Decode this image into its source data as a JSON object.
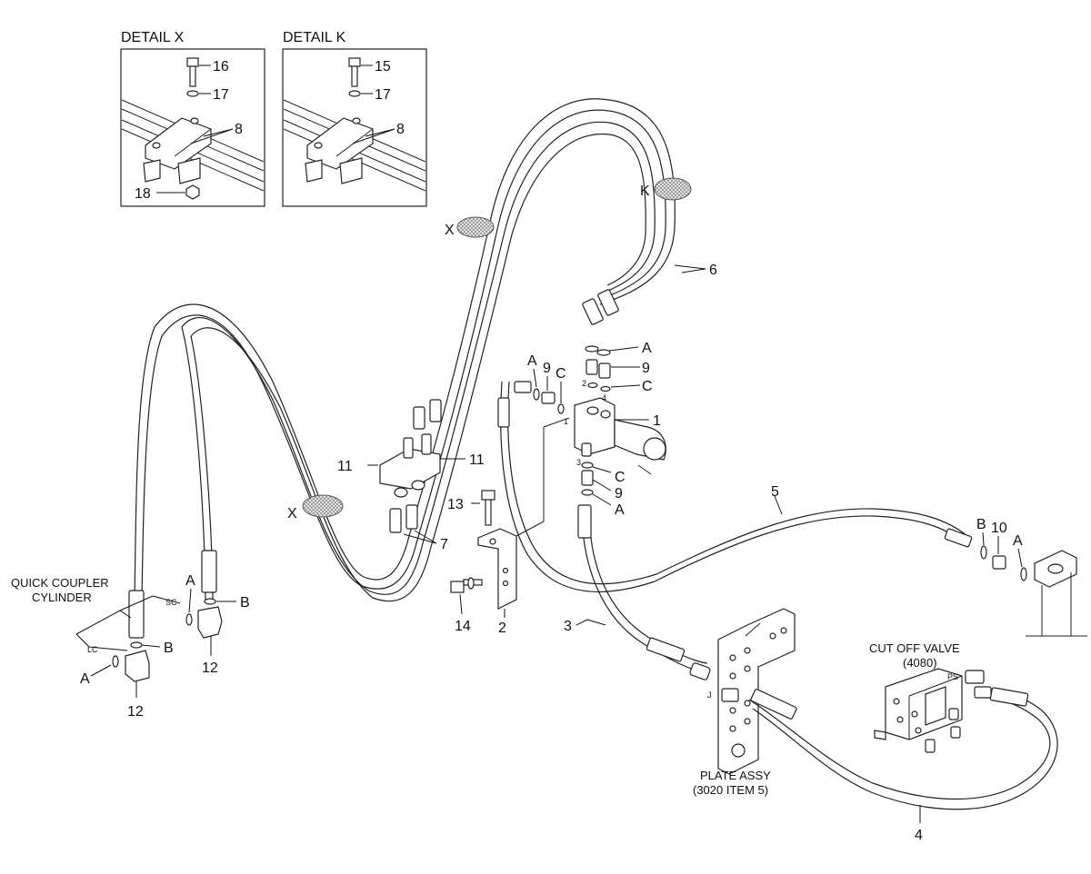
{
  "details": [
    {
      "title": "DETAIL X",
      "labels": [
        "16",
        "17",
        "8",
        "18"
      ]
    },
    {
      "title": "DETAIL K",
      "labels": [
        "15",
        "17",
        "8"
      ]
    }
  ],
  "markers": {
    "x": "X",
    "k": "K"
  },
  "callouts": {
    "p1": "1",
    "p2": "2",
    "p3": "3",
    "p4": "4",
    "p5": "5",
    "p6": "6",
    "p7": "7",
    "p9": "9",
    "p10": "10",
    "p11": "11",
    "p12": "12",
    "p13": "13",
    "p14": "14",
    "a": "A",
    "b": "B",
    "c": "C"
  },
  "ports": {
    "one": "1",
    "two": "2",
    "three": "3",
    "four": "4",
    "j": "J",
    "ps": "PS",
    "sc": "SC",
    "lc": "LC"
  },
  "annotations": {
    "qc_line1": "QUICK COUPLER",
    "qc_line2": "CYLINDER",
    "cov_line1": "CUT OFF VALVE",
    "cov_line2": "(4080)",
    "plate_line1": "PLATE ASSY",
    "plate_line2": "(3020 ITEM 5)"
  }
}
